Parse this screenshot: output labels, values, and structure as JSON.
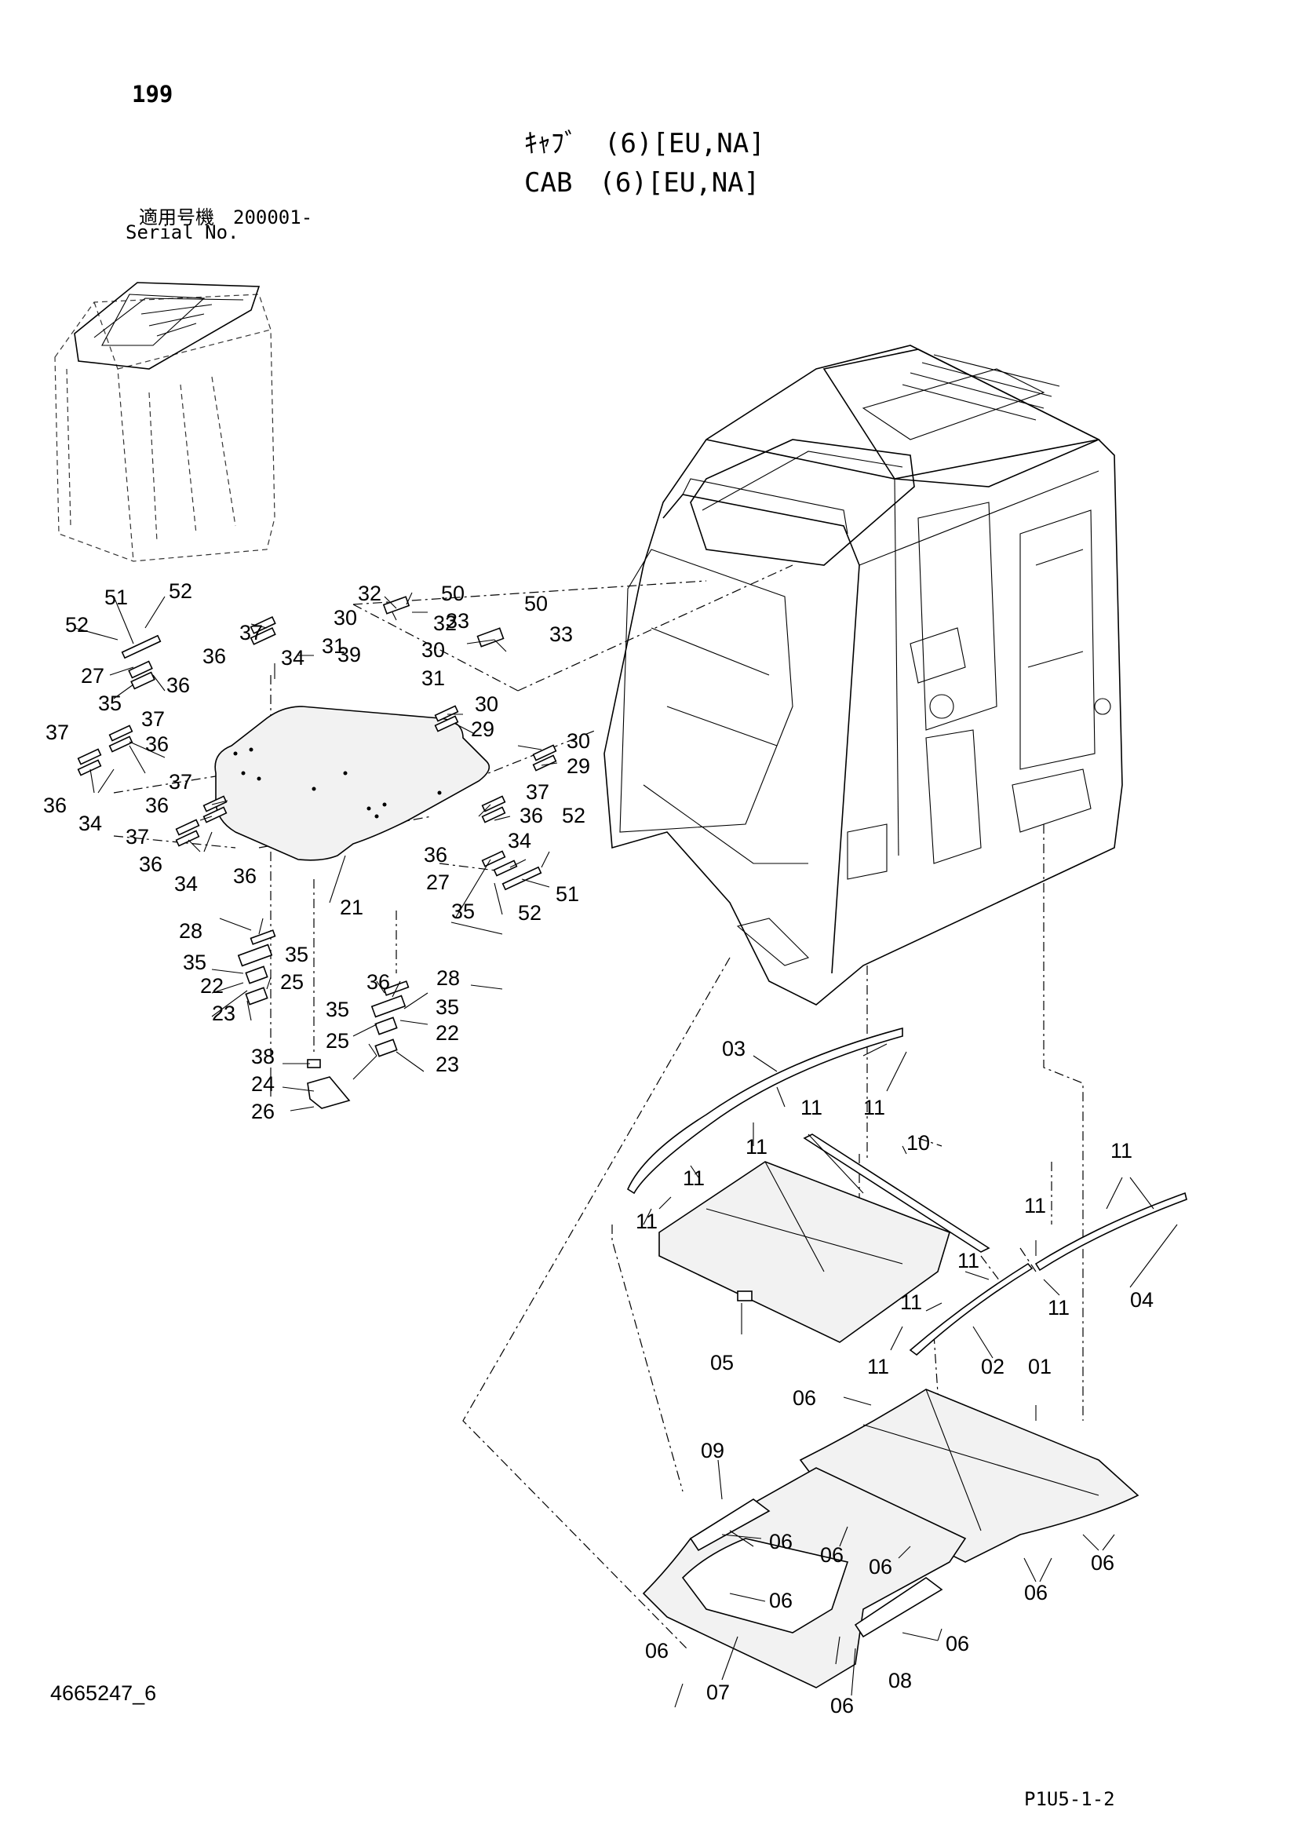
{
  "header": {
    "page_number": "199",
    "title_jp": "ｷｬﾌﾞ　(6)[EU,NA]",
    "title_en": "CAB　(6)[EU,NA]",
    "serial_label_jp": "適用号機　200001-",
    "serial_label_en": "Serial No."
  },
  "footer": {
    "drawing_number": "4665247_6",
    "page_code": "P1U5-1-2"
  },
  "callouts": {
    "c32a": "32",
    "c50a": "50",
    "c30a": "30",
    "c33a": "33",
    "c31a": "31",
    "c51a": "51",
    "c52a": "52",
    "c52b": "52",
    "c50b": "50",
    "c32b": "32",
    "c33b": "33",
    "c30b": "30",
    "c31b": "31",
    "c37a": "37",
    "c36a": "36",
    "c34a": "34",
    "c39": "39",
    "c27a": "27",
    "c36b": "36",
    "c35a": "35",
    "c30c": "30",
    "c29a": "29",
    "c37b": "37",
    "c37c": "37",
    "c36c": "36",
    "c36d": "36",
    "c34b": "34",
    "c30d": "30",
    "c29b": "29",
    "c37d": "37",
    "c36e": "36",
    "c37e": "37",
    "c36f": "36",
    "c34c": "34",
    "c37f": "37",
    "c36g": "36",
    "c34d": "34",
    "c52c": "52",
    "c36h": "36",
    "c27b": "27",
    "c51b": "51",
    "c35b": "35",
    "c52d": "52",
    "c21": "21",
    "c36i": "36",
    "c28a": "28",
    "c35c": "35",
    "c35d": "35",
    "c22a": "22",
    "c25a": "25",
    "c23a": "23",
    "c36j": "36",
    "c28b": "28",
    "c35e": "35",
    "c35f": "35",
    "c22b": "22",
    "c25b": "25",
    "c23b": "23",
    "c38": "38",
    "c24": "24",
    "c26": "26",
    "c03": "03",
    "c11a": "11",
    "c11b": "11",
    "c11c": "11",
    "c11d": "11",
    "c11e": "11",
    "c10": "10",
    "c11f": "11",
    "c11g": "11",
    "c11h": "11",
    "c11i": "11",
    "c11j": "11",
    "c11k": "11",
    "c04": "04",
    "c05": "05",
    "c02": "02",
    "c06a": "06",
    "c01": "01",
    "c09": "09",
    "c06b": "06",
    "c06c": "06",
    "c06d": "06",
    "c06e": "06",
    "c06f": "06",
    "c06g": "06",
    "c06h": "06",
    "c06i": "06",
    "c07": "07",
    "c08": "08",
    "c06j": "06"
  }
}
